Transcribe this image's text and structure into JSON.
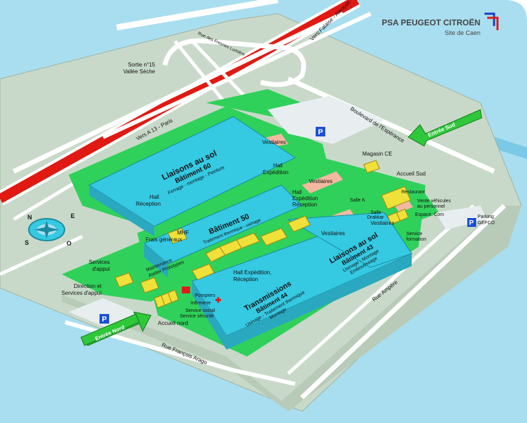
{
  "brand": {
    "name": "PSA PEUGEOT CITROËN",
    "site": "Site de Caen"
  },
  "colors": {
    "sea": "#a9def0",
    "land": "#c9d9c9",
    "grass": "#2fd15a",
    "building": "#35c9e2",
    "road": "#ffffff",
    "highway": "#e01a12",
    "small_building": "#f0e13a",
    "parking": "#1a4fd6",
    "arrow": "#2fc83a",
    "fire": "#e01a1a"
  },
  "roads": {
    "highway": "Vers A 13 - Paris",
    "falaise": "Vers Falaise - Alençon - Rennes",
    "exit": [
      "Sortie n°15",
      "Vallée Sèche"
    ],
    "fresnes": "Rue des Fresnes Lumière",
    "boulevard": "Boulevard de l'Espérance",
    "ampere": "Rue Ampère",
    "arago": "Rue François Arago"
  },
  "entrances": {
    "north": "Entrée Nord",
    "south": "Entrée Sud"
  },
  "buildings": {
    "b60": {
      "title": "Liaisons au sol",
      "name": "Bâtiment 60",
      "sub": "Ferrage - montage - Peinture"
    },
    "b50": {
      "name": "Bâtiment 50",
      "sub": "Traitement thermique - usinage"
    },
    "b43": {
      "title": "Liaisons au sol",
      "name": "Bâtiment 43",
      "sub1": "Usinage - Montage",
      "sub2": "Emboutissage"
    },
    "b44": {
      "title": "Transmissions",
      "name": "Bâtiment 44",
      "sub1": "Usinage - Traitement thermique",
      "sub2": "Montage"
    }
  },
  "labels": {
    "vestiaires1": "Vestiaires",
    "hall_exp1": [
      "Hall",
      "Expédition"
    ],
    "vestiaires2": "Vestiaires",
    "hall_exp_rec": [
      "Hall",
      "Expédition",
      "Réception"
    ],
    "hall_rec": [
      "Hall",
      "Réception"
    ],
    "magasin": "Magasin CE",
    "accueil_sud": "Accueil Sud",
    "restaurant": "Restaurant",
    "vente": [
      "Vente véhicules",
      "au personnel"
    ],
    "salle_k": "Salle K",
    "salle_drakkar": [
      "Salle",
      "Drakkar"
    ],
    "vestiaires3": "Vestiaires",
    "espace_com": "Espace. Com",
    "parking_gefco": [
      "Parking",
      "GEFCO"
    ],
    "service_formation": [
      "Service",
      "formation"
    ],
    "vestiaires4": "Vestiaires",
    "mhf": [
      "MHF",
      "Frais généraux"
    ],
    "maintenance": [
      "Maintenance",
      "Atelier Prototypes"
    ],
    "hall_exp_rec2": [
      "Hall Expédition,",
      "Réception"
    ],
    "services_appui": [
      "Services",
      "d'appui"
    ],
    "direction": [
      "Direction et",
      "Services d'appui"
    ],
    "pompiers": "Pompiers",
    "infirmerie": "Infirmerie",
    "service_social": "Service social",
    "service_securite": "Service sécurité",
    "accueil_nord": "Accueil nord"
  },
  "compass": {
    "n": "N",
    "e": "E",
    "s": "S",
    "o": "O"
  },
  "parking_symbol": "P"
}
